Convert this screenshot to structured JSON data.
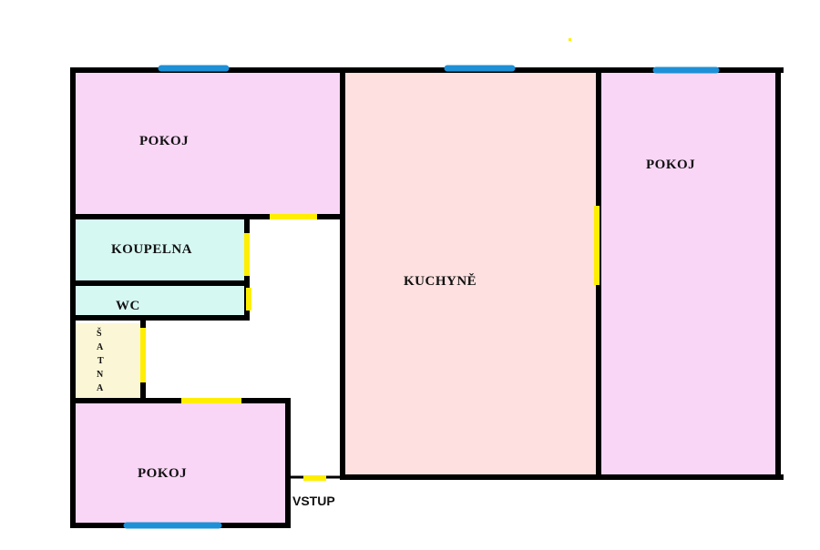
{
  "rooms": {
    "pokoj_top_left": "POKOJ",
    "koupelna": "KOUPELNA",
    "wc": "WC",
    "satna_letters": [
      "Š",
      "A",
      "T",
      "N",
      "A"
    ],
    "kuchyne": "KUCHYNĚ",
    "pokoj_right": "POKOJ",
    "pokoj_bottom_left": "POKOJ"
  },
  "entrance": "VSTUP",
  "colors": {
    "pokoj": "#f9d6f6",
    "kuchyne": "#fde0df",
    "koupelna": "#d6f8f3",
    "satna": "#fbf6d5",
    "wall": "#000000",
    "window": "#1e90d6",
    "door": "#ffee00"
  }
}
